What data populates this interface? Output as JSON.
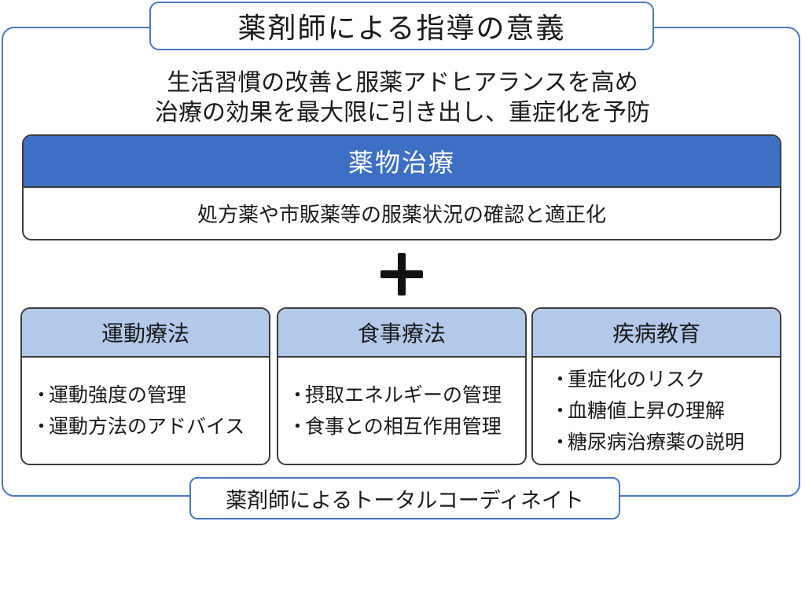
{
  "title": "薬剤師による指導の意義",
  "lead": {
    "line1": "生活習慣の改善と服薬アドヒアランスを高め",
    "line2": "治療の効果を最大限に引き出し、重症化を予防"
  },
  "drug_therapy": {
    "heading": "薬物治療",
    "description": "処方薬や市販薬等の服薬状況の確認と適正化"
  },
  "plus_symbol": "plus-icon",
  "bullet": "・",
  "cards": [
    {
      "heading": "運動療法",
      "items": [
        "運動強度の管理",
        "運動方法のアドバイス"
      ]
    },
    {
      "heading": "食事療法",
      "items": [
        "摂取エネルギーの管理",
        "食事との相互作用管理"
      ]
    },
    {
      "heading": "疾病教育",
      "items": [
        "重症化のリスク",
        "血糖値上昇の理解",
        "糖尿病治療薬の説明"
      ]
    }
  ],
  "footer": "薬剤師によるトータルコーディネイト",
  "colors": {
    "frame": "#4a78c2",
    "drug_header": "#3d6fc4",
    "card_header": "#b3c9ea",
    "border": "#3c3c3c"
  }
}
